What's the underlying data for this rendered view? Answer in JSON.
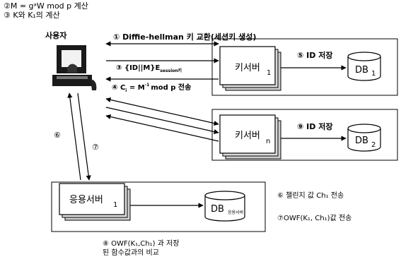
{
  "notes": {
    "line1": "②M = gᵃW mod p 계산",
    "line2": "③ K와 K₁의  계산"
  },
  "user": {
    "label": "사용자"
  },
  "arrows": {
    "a1": "① Diffie-hellman 키 교환(세션키 생성)",
    "a3_pre": "③ {ID||M}E",
    "a3_sub": "session키",
    "a4_pre": "④ C",
    "a4_sub": "i",
    "a4_post": " = M",
    "a4_sup": "-1",
    "a4_tail": "mod p 전송",
    "a5": "⑤ ID 저장",
    "a9": "⑨ ID 저장",
    "a6": "⑥",
    "a7": "⑦"
  },
  "keyserver1": {
    "label": "키서버",
    "sub": "1"
  },
  "keyservern": {
    "label": "키서버",
    "sub": "n"
  },
  "db1": {
    "label": "DB",
    "sub": "1"
  },
  "db2": {
    "label": "DB",
    "sub": "2"
  },
  "appserver": {
    "label": "응용서버",
    "sub": "1"
  },
  "dbapp": {
    "label": "DB",
    "sub": "응용서버"
  },
  "right_notes": {
    "n6": "⑥ 챌린지 값 Ch₁ 전송",
    "n7": "⑦OWF(K₁, Ch₁)값 전송"
  },
  "bottom_note": {
    "line1": "⑧ OWF(K₁,Ch₁) 과 저장",
    "line2": "된 함수값과의 비교"
  }
}
